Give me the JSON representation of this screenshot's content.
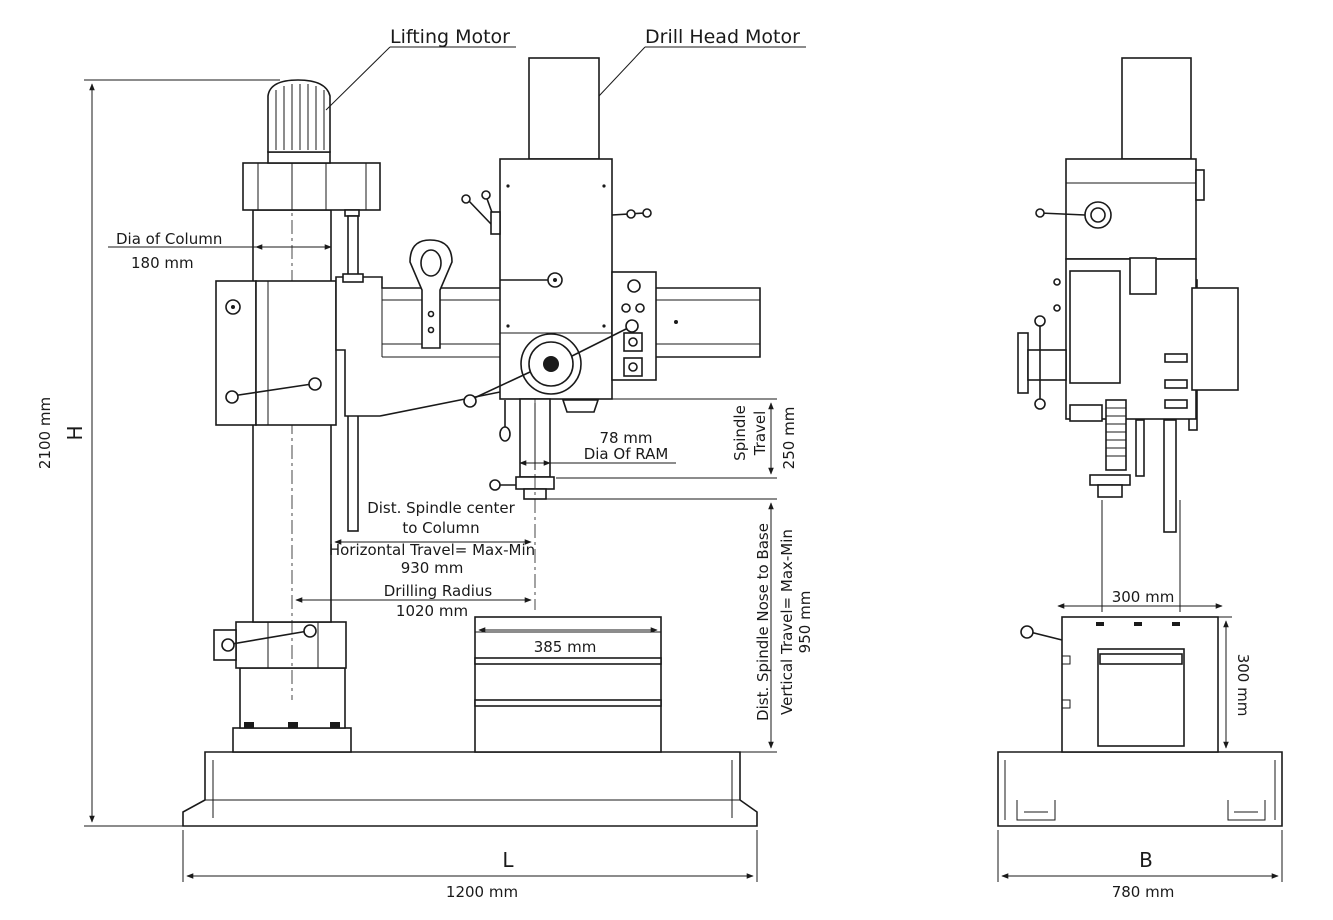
{
  "callouts": {
    "lifting_motor": "Lifting Motor",
    "drill_head_motor": "Drill Head Motor"
  },
  "dimensions": {
    "dia_column_label": "Dia of Column",
    "dia_column_value": "180 mm",
    "height_value": "2100 mm",
    "height_symbol": "H",
    "ram_dia_value": "78 mm",
    "ram_dia_label": "Dia Of RAM",
    "spindle_travel_line1": "Spindle",
    "spindle_travel_line2": "Travel",
    "spindle_travel_value": "250 mm",
    "dist_spindle_col_line1": "Dist. Spindle center",
    "dist_spindle_col_line2": "to Column",
    "horizontal_travel_label": "Horizontal Travel= Max-Min",
    "horizontal_travel_value": "930 mm",
    "drilling_radius_label": "Drilling Radius",
    "drilling_radius_value": "1020 mm",
    "table_width_value": "385 mm",
    "dist_nose_base_label": "Dist. Spindle Nose to Base",
    "vertical_travel_label": "Vertical Travel= Max-Min",
    "vertical_travel_value": "950 mm",
    "length_symbol": "L",
    "length_value": "1200 mm",
    "side_table_width_value": "300 mm",
    "side_table_height_value": "300 mm",
    "breadth_symbol": "B",
    "breadth_value": "780 mm"
  }
}
